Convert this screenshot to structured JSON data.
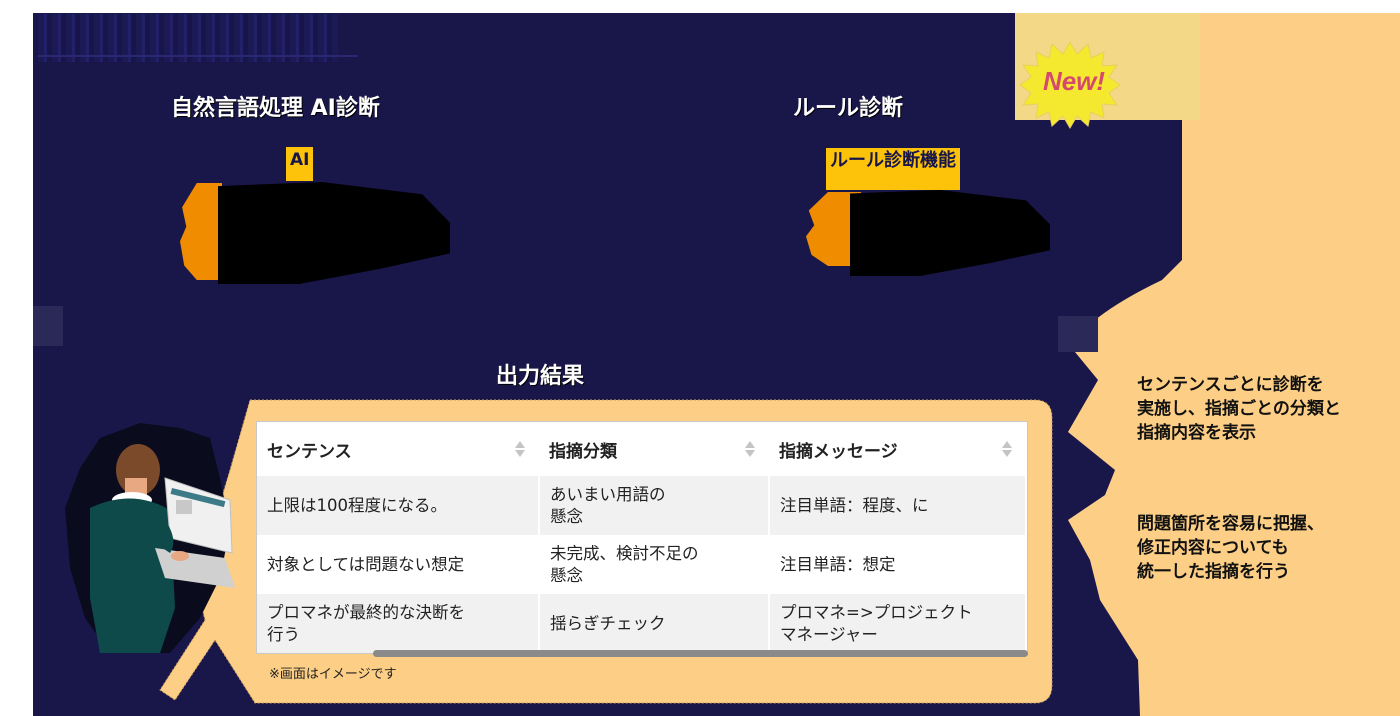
{
  "header": {
    "title": "自然言語処理 AI診断"
  },
  "sections": {
    "ai": {
      "title": "自然言語処理 AI診断",
      "tag": "AI",
      "icon": "masked-info-block"
    },
    "rule": {
      "title": "ルール診断",
      "tag": "ルール診断機能",
      "badge": "New!",
      "icon": "masked-info-block"
    }
  },
  "output": {
    "title": "出力結果",
    "table": {
      "headers": [
        "センテンス",
        "指摘分類",
        "指摘メッセージ"
      ],
      "rows": [
        [
          "上限は100程度になる。",
          "あいまい用語の\n懸念",
          "注目単語：程度、に"
        ],
        [
          "対象としては問題ない想定",
          "未完成、検討不足の\n懸念",
          "注目単語：想定"
        ],
        [
          "プロマネが最終的な決断を\n行う",
          "揺らぎチェック",
          "プロマネ=>プロジェクト\nマネージャー"
        ]
      ]
    },
    "note": "※画面はイメージです"
  },
  "side_notes": [
    "センテンスごとに診断を\n実施し、指摘ごとの分類と\n指摘内容を表示",
    "問題箇所を容易に把握、\n修正内容についても\n統一した指摘を行う"
  ],
  "colors": {
    "navy": "#19174a",
    "peach": "#fdce85",
    "pale_yellow": "#f3d987",
    "tag_yellow": "#fcc30a",
    "orange": "#f08c00",
    "badge_yellow": "#f5e92f",
    "badge_text": "#d44a6d"
  }
}
